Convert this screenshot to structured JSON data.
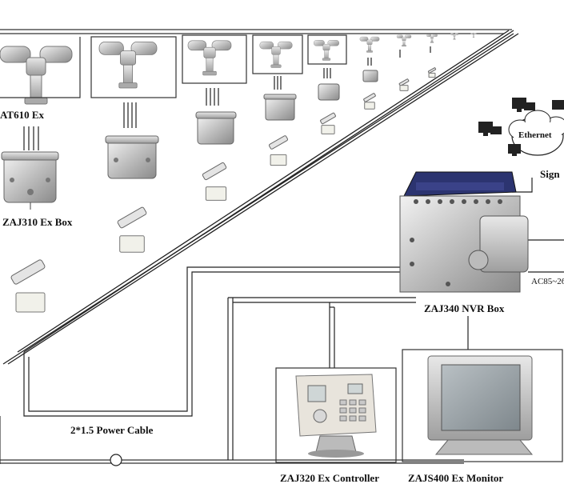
{
  "labels": {
    "camera": "AT610 Ex",
    "junction_box": "ZAJ310 Ex Box",
    "nvr": "ZAJ340 NVR Box",
    "controller": "ZAJ320 Ex Controller",
    "monitor": "ZAJS400 Ex Monitor",
    "power_cable": "2*1.5 Power Cable",
    "ethernet": "Ethernet",
    "signal": "Sign",
    "ac_power": "AC85~26"
  },
  "devices": {
    "camera_units": 10,
    "cloud_pcs": 4
  }
}
